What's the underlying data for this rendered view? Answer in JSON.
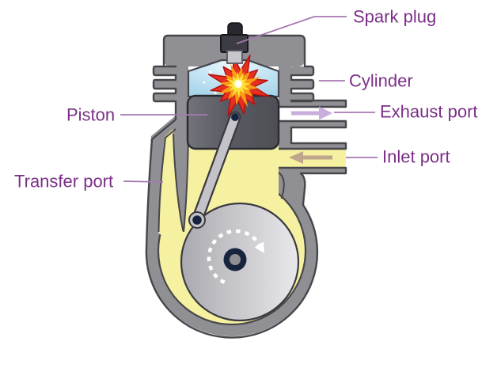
{
  "diagram": {
    "subject": "Two-stroke engine cross-section",
    "labels": {
      "spark_plug": "Spark plug",
      "cylinder": "Cylinder",
      "exhaust_port": "Exhaust port",
      "inlet_port": "Inlet port",
      "piston": "Piston",
      "transfer_port": "Transfer port"
    },
    "flow_indicators": {
      "exhaust": "arrow pointing right (gases out)",
      "inlet": "arrow pointing left (fuel mixture in)",
      "crank_rotation": "clockwise dashed arrow"
    },
    "colors": {
      "label_text": "#7B2F87",
      "leader_line": "#A678B0",
      "engine_body": "#909094",
      "body_outline": "#46464B",
      "fuel_mixture": "#F6F1A1",
      "combustion_blue": "#ABD7EB",
      "piston_dark": "#5A5A62",
      "explosion_red": "#E53020",
      "explosion_orange": "#F79E13",
      "explosion_yellow": "#FFE23B",
      "exhaust_arrow": "#C9ADDB",
      "inlet_arrow": "#BFA58B",
      "crank_navy": "#16243E"
    }
  }
}
